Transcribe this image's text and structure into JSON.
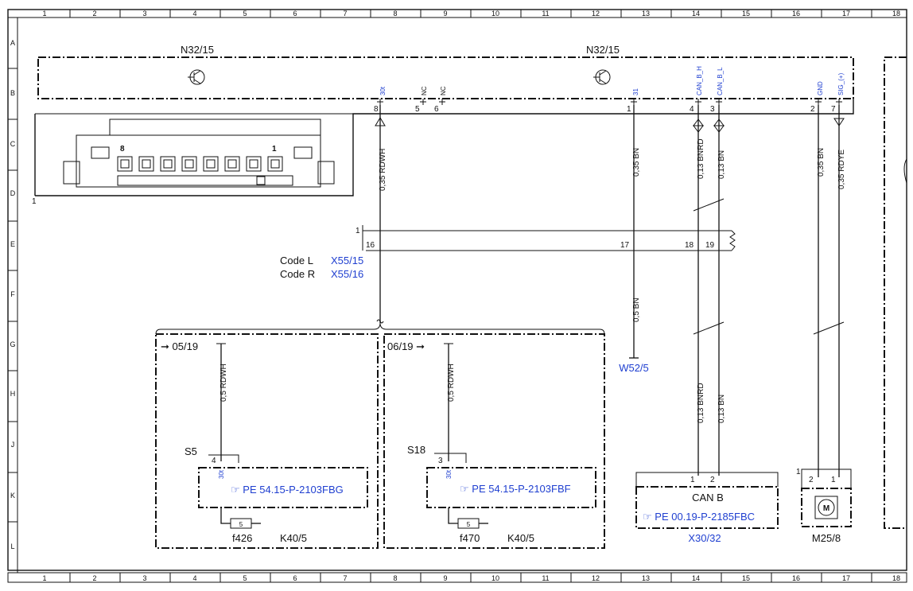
{
  "grid": {
    "columns": [
      "1",
      "2",
      "3",
      "4",
      "5",
      "6",
      "7",
      "8",
      "9",
      "10",
      "11",
      "12",
      "13",
      "14",
      "15",
      "16",
      "17",
      "18"
    ],
    "rows": [
      "A",
      "B",
      "C",
      "D",
      "E",
      "F",
      "G",
      "H",
      "J",
      "K",
      "L"
    ]
  },
  "modules": {
    "n32_left": "N32/15",
    "n32_right": "N32/15",
    "connector_pin_left": "8",
    "connector_pin_right": "1",
    "connector_ref": "1"
  },
  "pins": {
    "p8": {
      "num": "8",
      "sig": "30t"
    },
    "p5": {
      "num": "5",
      "sig": "NC"
    },
    "p6": {
      "num": "6",
      "sig": "NC"
    },
    "p1": {
      "num": "1",
      "sig": "31"
    },
    "p4": {
      "num": "4",
      "sig": "CAN_B_H"
    },
    "p3": {
      "num": "3",
      "sig": "CAN_B_L"
    },
    "p2": {
      "num": "2",
      "sig": "GND"
    },
    "p7": {
      "num": "7",
      "sig": "SIG_(+)"
    }
  },
  "wires": {
    "w_rdwh": "0,35 RDWH",
    "w_bn_c": "0,35 BN",
    "w_bnrd_c": "0,13 BNRD",
    "w_bn013_c": "0,13 BN",
    "w_bn_r": "0,35 BN",
    "w_rdye": "0,35 RDYE",
    "w_bn05": "0,5 BN",
    "w_rdwh05_a": "0,5 RDWH",
    "w_rdwh05_b": "0,5 RDWH",
    "w_bnrd_h": "0,13 BNRD",
    "w_bn013_h": "0,13 BN"
  },
  "connector_strip": {
    "ref": "1",
    "pin16": "16",
    "pin17": "17",
    "pin18": "18",
    "pin19": "19"
  },
  "codes": {
    "code_l_label": "Code L",
    "code_l_ref": "X55/15",
    "code_r_label": "Code R",
    "code_r_ref": "X55/16"
  },
  "ground": "W52/5",
  "left_block": {
    "date": "05/19",
    "splice": "S5",
    "pin": "4",
    "sig": "30t",
    "ref": "PE 54.15-P-2103FBG",
    "fuse_no": "5",
    "fuse": "f426",
    "module": "K40/5"
  },
  "mid_block": {
    "date": "06/19",
    "splice": "S18",
    "pin": "3",
    "sig": "30t",
    "ref": "PE 54.15-P-2103FBF",
    "fuse_no": "5",
    "fuse": "f470",
    "module": "K40/5"
  },
  "can_block": {
    "pin1": "1",
    "pin2": "2",
    "label": "CAN B",
    "ref": "PE 00.19-P-2185FBC",
    "module": "X30/32"
  },
  "motor_block": {
    "ref": "1",
    "pin2": "2",
    "pin1": "1",
    "symbol": "M",
    "module": "M25/8"
  }
}
